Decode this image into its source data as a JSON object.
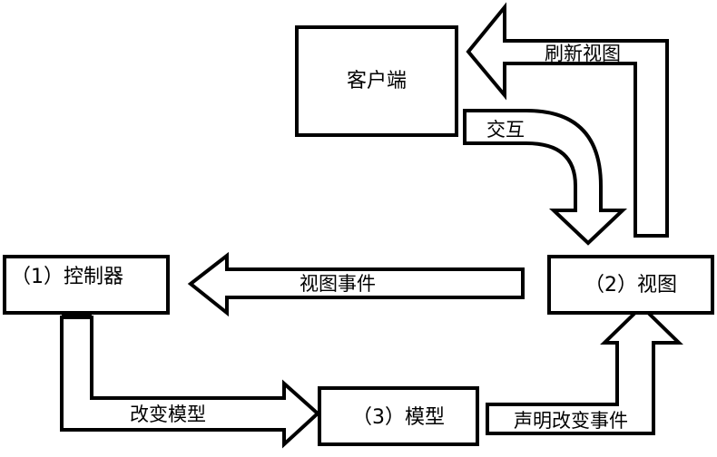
{
  "nodes": {
    "client": {
      "label": "客户端"
    },
    "controller": {
      "label": "（1）控制器"
    },
    "view": {
      "label": "（2）视图"
    },
    "model": {
      "label": "（3）模型"
    }
  },
  "arrows": {
    "refresh_view": {
      "label": "刷新视图"
    },
    "interact": {
      "label": "交互"
    },
    "view_event": {
      "label": "视图事件"
    },
    "change_model": {
      "label": "改变模型"
    },
    "change_event": {
      "label": "声明改变事件"
    }
  },
  "colors": {
    "stroke": "#000000",
    "fill": "#ffffff"
  }
}
